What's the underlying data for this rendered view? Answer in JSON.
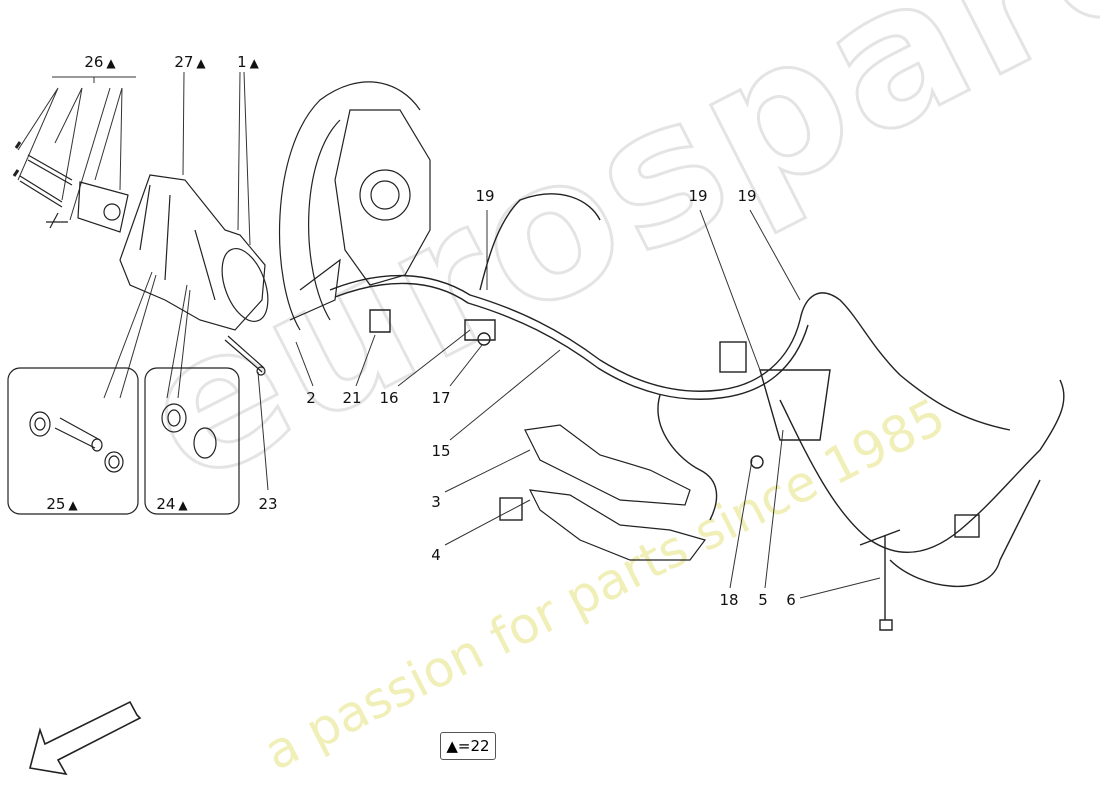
{
  "watermark": {
    "brand": "eurospares",
    "tagline": "a passion for parts since 1985"
  },
  "symbol": "▲",
  "legend": {
    "text": "▲=22"
  },
  "callouts": [
    {
      "id": "26",
      "marked": true
    },
    {
      "id": "27",
      "marked": true
    },
    {
      "id": "1",
      "marked": true
    },
    {
      "id": "2",
      "marked": false
    },
    {
      "id": "21",
      "marked": false
    },
    {
      "id": "16",
      "marked": false
    },
    {
      "id": "17",
      "marked": false
    },
    {
      "id": "19",
      "marked": false
    },
    {
      "id": "19",
      "marked": false
    },
    {
      "id": "19",
      "marked": false
    },
    {
      "id": "15",
      "marked": false
    },
    {
      "id": "3",
      "marked": false
    },
    {
      "id": "4",
      "marked": false
    },
    {
      "id": "18",
      "marked": false
    },
    {
      "id": "5",
      "marked": false
    },
    {
      "id": "6",
      "marked": false
    },
    {
      "id": "25",
      "marked": true
    },
    {
      "id": "24",
      "marked": true
    },
    {
      "id": "23",
      "marked": false
    }
  ],
  "direction_arrow": "arrow-down-left"
}
